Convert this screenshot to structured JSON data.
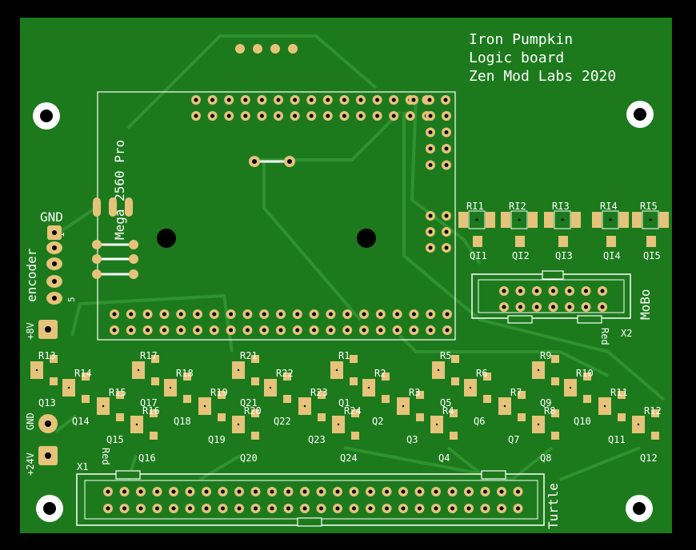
{
  "title_lines": [
    "Iron Pumpkin",
    "Logic board",
    "Zen Mod Labs 2020"
  ],
  "mcu_label": "Mega 2560 Pro",
  "encoder": {
    "label": "encoder",
    "gnd": "GND",
    "pin1": "1",
    "pin5": "5"
  },
  "power": {
    "v8": "+8V",
    "gnd": "GND",
    "v24": "+24V"
  },
  "mobo": {
    "label": "MoBo",
    "ref": "X2",
    "red": "Red"
  },
  "turtle": {
    "label": "Turtle",
    "ref": "X1",
    "red": "Red"
  },
  "resistor_top": [
    "RI1",
    "RI2",
    "RI3",
    "RI4",
    "RI5"
  ],
  "transistor_top": [
    "QI1",
    "QI2",
    "QI3",
    "QI4",
    "QI5"
  ],
  "resistors_row": [
    {
      "a": "R13",
      "b": "R14",
      "c": "R15",
      "d": "R16",
      "qa": "Q13",
      "qb": "Q14",
      "qc": "Q15",
      "qd": "Q16"
    },
    {
      "a": "R17",
      "b": "R18",
      "c": "R19",
      "d": "R20",
      "qa": "Q17",
      "qb": "Q18",
      "qc": "Q19",
      "qd": "Q20"
    },
    {
      "a": "R21",
      "b": "R22",
      "c": "R23",
      "d": "R24",
      "qa": "Q21",
      "qb": "Q22",
      "qc": "Q23",
      "qd": "Q24"
    },
    {
      "a": "R1",
      "b": "R2",
      "c": "R3",
      "d": "R4",
      "qa": "Q1",
      "qb": "Q2",
      "qc": "Q3",
      "qd": "Q4"
    },
    {
      "a": "R5",
      "b": "R6",
      "c": "R7",
      "d": "R8",
      "qa": "Q5",
      "qb": "Q6",
      "qc": "Q7",
      "qd": "Q8"
    },
    {
      "a": "R9",
      "b": "R10",
      "c": "R11",
      "d": "R12",
      "qa": "Q9",
      "qb": "Q10",
      "qc": "Q11",
      "qd": "Q12"
    }
  ],
  "colors": {
    "board": "#1c7a1c",
    "trace": "#2f922f",
    "pad": "#e6c37a",
    "silk": "#ffffff"
  }
}
